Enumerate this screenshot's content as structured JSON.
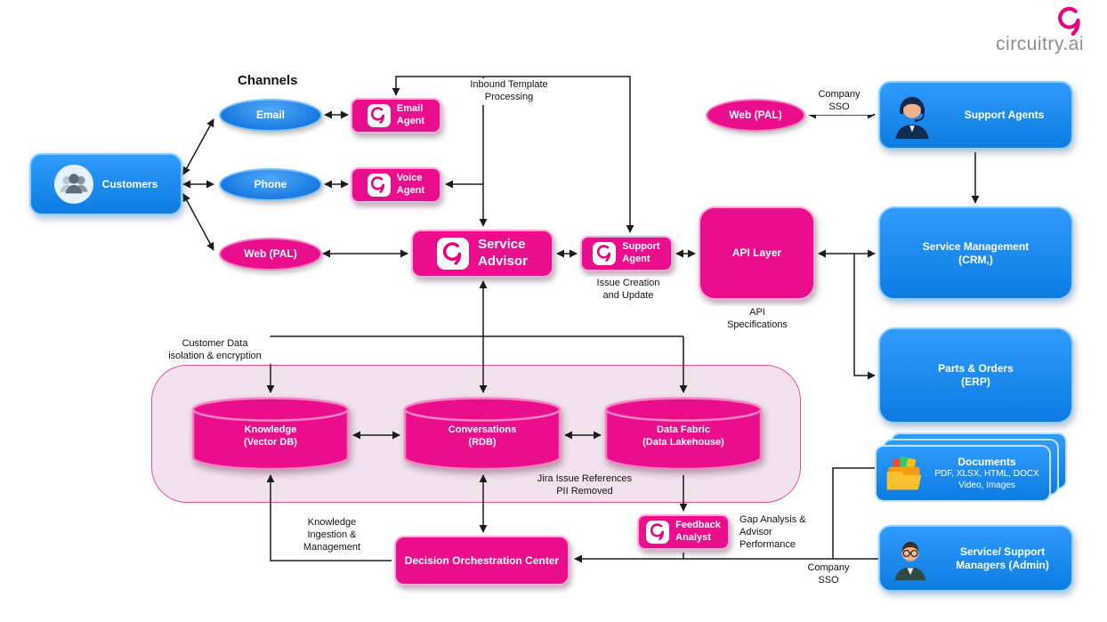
{
  "logo": {
    "brand": "circuitry.ai"
  },
  "headings": {
    "channels": "Channels"
  },
  "channels": {
    "email": "Email",
    "phone": "Phone",
    "web_pal": "Web (PAL)"
  },
  "nodes": {
    "customers": "Customers",
    "email_agent": "Email\nAgent",
    "voice_agent": "Voice\nAgent",
    "service_advisor": "Service\nAdvisor",
    "support_agent": "Support\nAgent",
    "api_layer": "API Layer",
    "web_pal_top": "Web (PAL)",
    "support_agents": "Support Agents",
    "service_management": "Service Management\n(CRM,)",
    "parts_orders": "Parts & Orders\n(ERP)",
    "documents_title": "Documents",
    "documents_sub": "PDF, XLSX, HTML, DOCX\nVideo, Images",
    "service_managers": "Service/ Support\nManagers (Admin)",
    "knowledge": "Knowledge\n(Vector DB)",
    "conversations": "Conversations\n(RDB)",
    "data_fabric": "Data Fabric\n(Data Lakehouse)",
    "feedback_analyst": "Feedback\nAnalyst",
    "decision_center": "Decision Orchestration Center"
  },
  "annotations": {
    "inbound": "Inbound Template\nProcessing",
    "company_sso_top": "Company\nSSO",
    "issue_creation": "Issue Creation\nand Update",
    "api_specifications": "API\nSpecifications",
    "customer_data": "Customer Data\nisolation & encryption",
    "jira": "Jira Issue References\nPII Removed",
    "knowledge_ingestion": "Knowledge\nIngestion &\nManagement",
    "gap_analysis": "Gap Analysis &\nAdvisor\nPerformance",
    "company_sso_bottom": "Company\nSSO"
  },
  "colors": {
    "pink": "#EA0D8C",
    "blue": "#1E8FEF",
    "light_pink_region": "#F2E2EE",
    "arrow": "#1B1B1B",
    "logo_gray": "#8D8D8D"
  }
}
